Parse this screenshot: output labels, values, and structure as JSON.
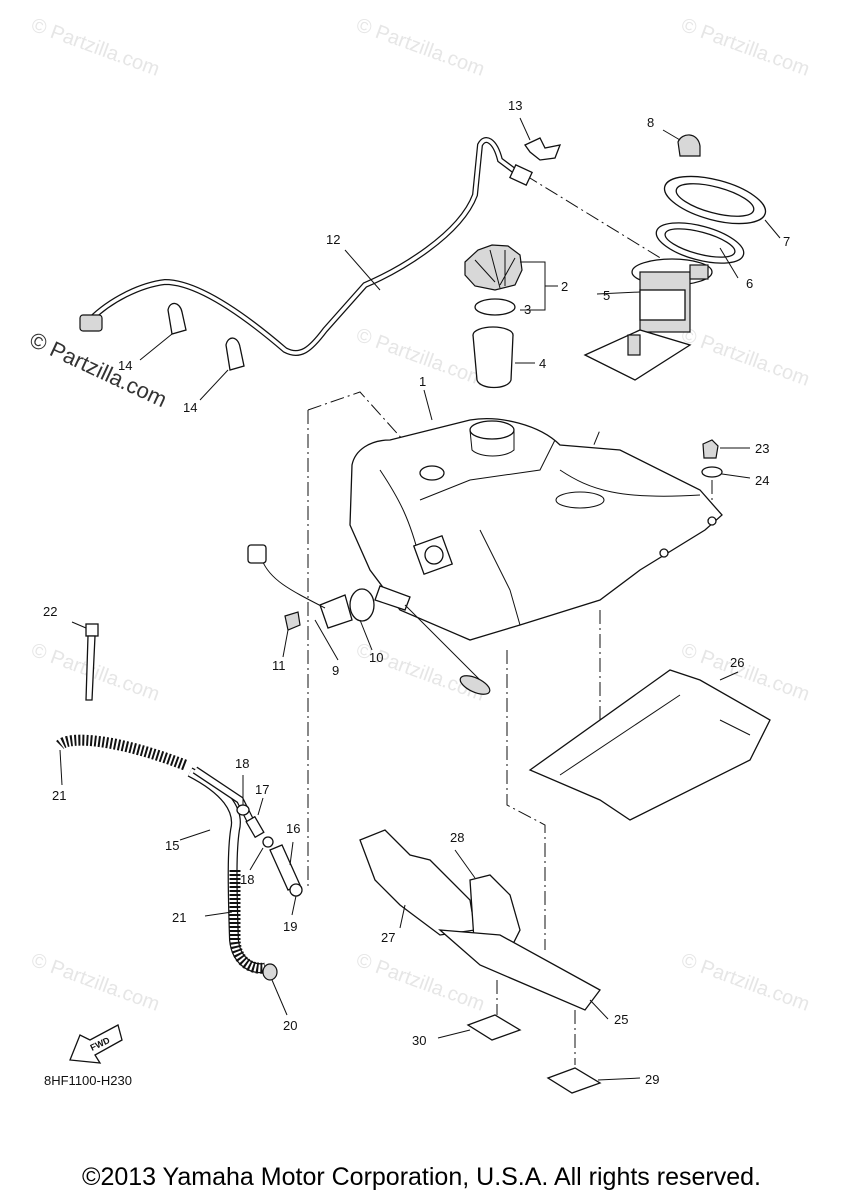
{
  "watermark": "© Partzilla.com",
  "diagram_code": "8HF1100-H230",
  "fwd_label": "FWD",
  "copyright": "©2013 Yamaha Motor Corporation, U.S.A. All rights reserved.",
  "callouts": {
    "n1": "1",
    "n2": "2",
    "n3": "3",
    "n4": "4",
    "n5": "5",
    "n6": "6",
    "n7": "7",
    "n8": "8",
    "n9": "9",
    "n10": "10",
    "n11": "11",
    "n12": "12",
    "n13": "13",
    "n14a": "14",
    "n14b": "14",
    "n15": "15",
    "n16": "16",
    "n17": "17",
    "n18a": "18",
    "n18b": "18",
    "n19": "19",
    "n20": "20",
    "n21a": "21",
    "n21b": "21",
    "n22": "22",
    "n23": "23",
    "n24": "24",
    "n25": "25",
    "n26": "26",
    "n27": "27",
    "n28": "28",
    "n29": "29",
    "n30": "30"
  }
}
